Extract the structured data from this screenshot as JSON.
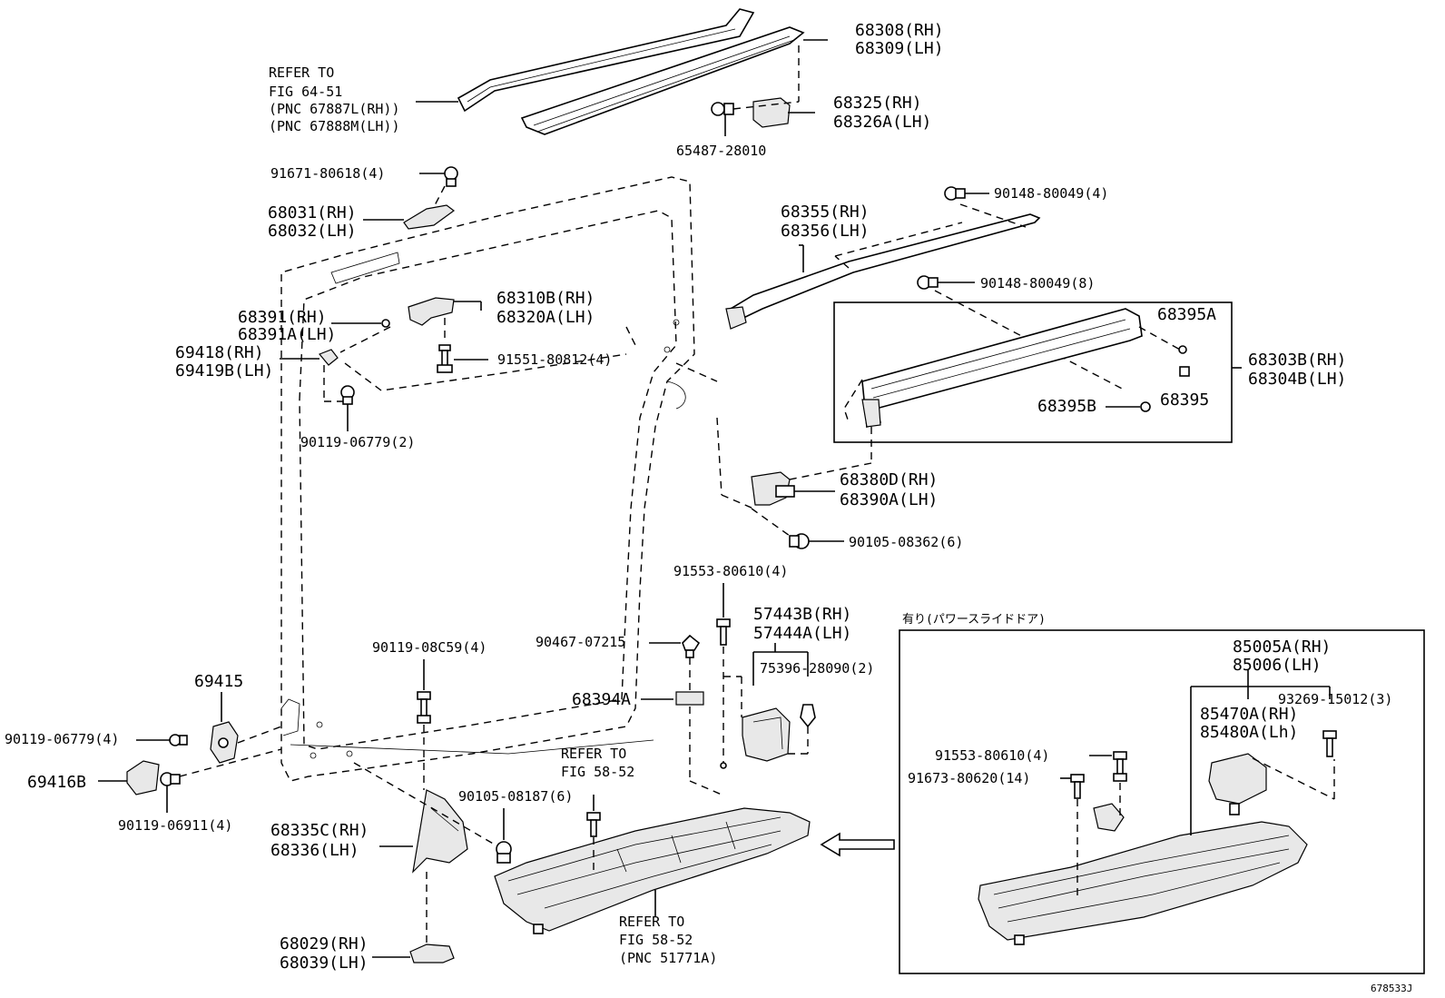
{
  "labels": {
    "l68308": "68308(RH)",
    "l68309": "68309(LH)",
    "refer_6451": "REFER TO",
    "fig_6451": "FIG 64-51",
    "pnc_67887": "(PNC 67887L(RH))",
    "pnc_67888": "(PNC 67888M(LH))",
    "l68325": "68325(RH)",
    "l68326": "68326A(LH)",
    "l65487": "65487-28010",
    "l91671": "91671-80618(4)",
    "l68031": "68031(RH)",
    "l68032": "68032(LH)",
    "l90148a": "90148-80049(4)",
    "l68355": "68355(RH)",
    "l68356": "68356(LH)",
    "l90148b": "90148-80049(8)",
    "l68310": "68310B(RH)",
    "l68320": "68320A(LH)",
    "l68391": "68391(RH)",
    "l68391a": "68391A(LH)",
    "l69418": "69418(RH)",
    "l69419": "69419B(LH)",
    "l91551": "91551-80812(4)",
    "l90119a": "90119-06779(2)",
    "l68395A": "68395A",
    "l68303": "68303B(RH)",
    "l68304": "68304B(LH)",
    "l68395B": "68395B",
    "l68395": "68395",
    "l68380": "68380D(RH)",
    "l68390": "68390A(LH)",
    "l90105a": "90105-08362(6)",
    "l91553a": "91553-80610(4)",
    "l57443": "57443B(RH)",
    "l57444": "57444A(LH)",
    "l90467": "90467-07215",
    "l75396": "75396-28090(2)",
    "l68394A": "68394A",
    "l90119b": "90119-08C59(4)",
    "l69415": "69415",
    "l90119c": "90119-06779(4)",
    "l69416B": "69416B",
    "l90119d": "90119-06911(4)",
    "refer_5852a": "REFER TO",
    "fig_5852a": "FIG 58-52",
    "l90105b": "90105-08187(6)",
    "l68335": "68335C(RH)",
    "l68336": "68336(LH)",
    "l68029": "68029(RH)",
    "l68039": "68039(LH)",
    "refer_5852b": "REFER TO",
    "fig_5852b": "FIG 58-52",
    "pnc_51771": "(PNC 51771A)",
    "power_slide": "有り(パワースライドドア)",
    "l85005": "85005A(RH)",
    "l85006": "85006(LH)",
    "l93269": "93269-15012(3)",
    "l85470": "85470A(RH)",
    "l85480": "85480A(Lh)",
    "l91553b": "91553-80610(4)",
    "l91673": "91673-80620(14)",
    "fig_code": "678533J"
  }
}
